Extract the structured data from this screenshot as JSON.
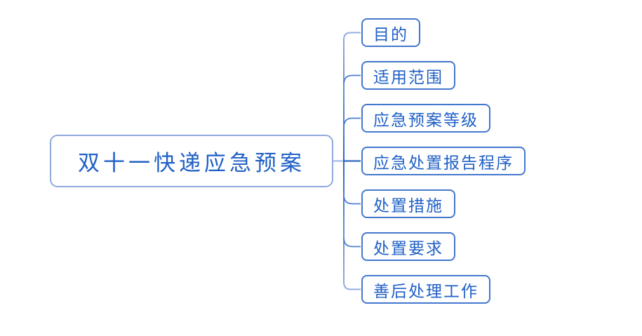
{
  "diagram": {
    "type": "mindmap",
    "root": {
      "label": "双十一快递应急预案"
    },
    "children": [
      {
        "label": "目的"
      },
      {
        "label": "适用范围"
      },
      {
        "label": "应急预案等级"
      },
      {
        "label": "应急处置报告程序"
      },
      {
        "label": "处置措施"
      },
      {
        "label": "处置要求"
      },
      {
        "label": "善后处理工作"
      }
    ],
    "colors": {
      "text": "#2060C6",
      "root_border": "#8FAADC",
      "child_border": "#4377CE",
      "connector_light": "#9AB4E4",
      "connector_mid": "#5080D0",
      "connector_dark": "#2E68C0",
      "background": "#FFFFFF"
    }
  }
}
